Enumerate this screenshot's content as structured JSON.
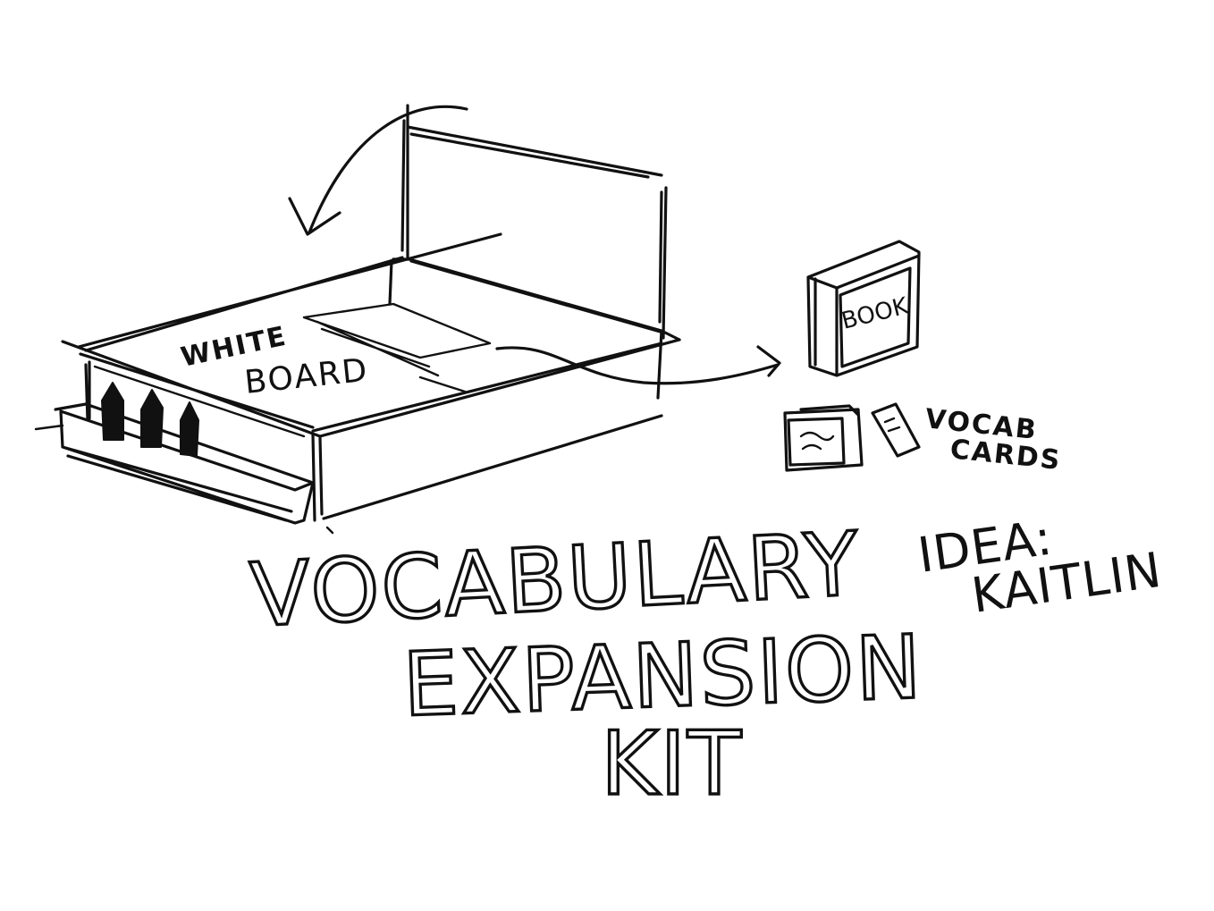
{
  "sketch": {
    "labels": {
      "whiteboard_line1": "WHITE",
      "whiteboard_line2": "BOARD",
      "book": "BOOK",
      "cards_line1": "VOCAB",
      "cards_line2": "CARDS",
      "idea_line1": "IDEA:",
      "idea_line2": "KAITLIN"
    },
    "title": {
      "line1": "VOCABULARY",
      "line2": "EXPANSION",
      "line3": "KIT"
    },
    "colors": {
      "ink": "#111111",
      "paper": "#ffffff"
    }
  }
}
